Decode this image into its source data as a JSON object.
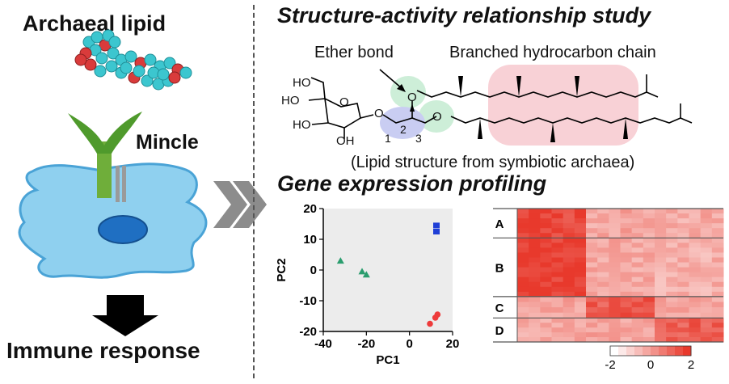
{
  "left_panel": {
    "title": "Archaeal lipid",
    "receptor_label": "Mincle",
    "outcome_label": "Immune response"
  },
  "sar": {
    "title": "Structure-activity relationship study",
    "ether_label": "Ether bond",
    "chain_label": "Branched hydrocarbon chain",
    "carbon_numbers": [
      "1",
      "2",
      "3"
    ],
    "ho_labels": [
      "HO",
      "HO",
      "HO",
      "OH"
    ],
    "oxygen_labels": [
      "O",
      "O",
      "O",
      "O"
    ],
    "caption": "(Lipid structure from symbiotic archaea)"
  },
  "gene": {
    "title": "Gene expression profiling"
  },
  "chart_data": [
    {
      "type": "scatter",
      "title": "",
      "xlabel": "PC1",
      "ylabel": "PC2",
      "xlim": [
        -40,
        20
      ],
      "ylim": [
        -20,
        20
      ],
      "xticks": [
        "-40",
        "-20",
        "0",
        "20"
      ],
      "yticks": [
        "20",
        "10",
        "0",
        "-10",
        "-20"
      ],
      "grid": false,
      "series": [
        {
          "marker": "triangle",
          "color": "#2a9d6e",
          "points": [
            [
              -32,
              3
            ],
            [
              -22,
              -0.5
            ],
            [
              -20,
              -1.5
            ]
          ]
        },
        {
          "marker": "square",
          "color": "#1f3fd6",
          "points": [
            [
              12.5,
              14.5
            ],
            [
              12.5,
              12.5
            ]
          ]
        },
        {
          "marker": "circle",
          "color": "#ee3b3b",
          "points": [
            [
              13,
              -14.5
            ],
            [
              12,
              -15.5
            ],
            [
              9.5,
              -17.5
            ]
          ]
        }
      ]
    },
    {
      "type": "heatmap",
      "row_clusters": [
        "A",
        "B",
        "C",
        "D"
      ],
      "color_scale": {
        "min": -2,
        "max": 2,
        "ticks": [
          "-2",
          "0",
          "2"
        ],
        "low": "#ffffff",
        "high": "#e8392c"
      }
    }
  ]
}
